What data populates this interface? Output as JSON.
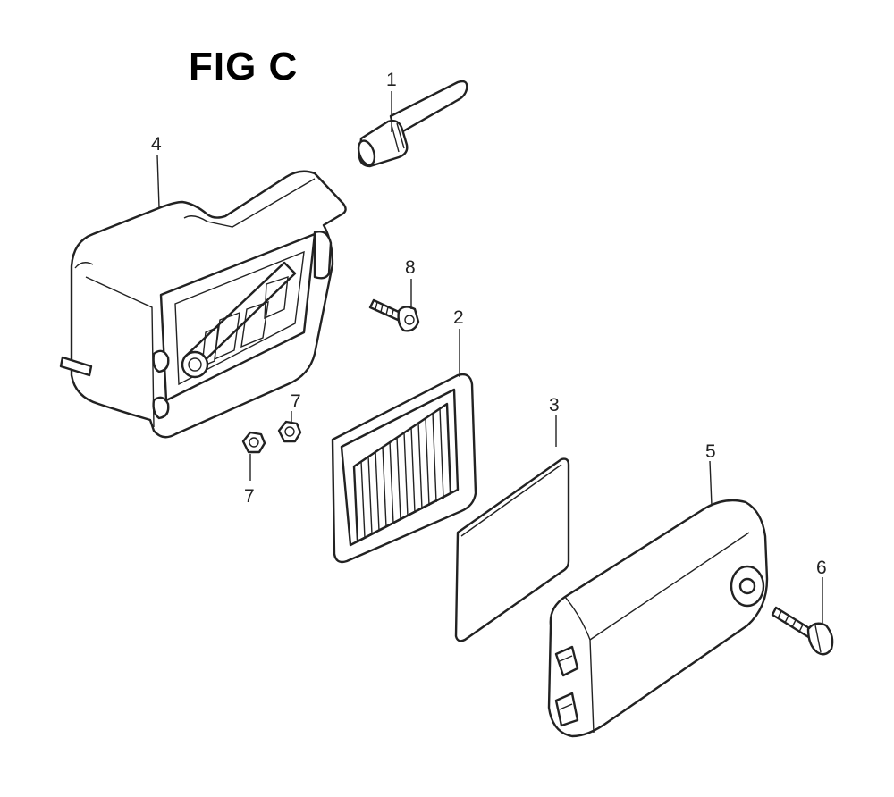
{
  "figure": {
    "title": "FIG C"
  },
  "callouts": [
    {
      "id": "c1",
      "label": "1"
    },
    {
      "id": "c2",
      "label": "2"
    },
    {
      "id": "c3",
      "label": "3"
    },
    {
      "id": "c4",
      "label": "4"
    },
    {
      "id": "c5",
      "label": "5"
    },
    {
      "id": "c6",
      "label": "6"
    },
    {
      "id": "c7a",
      "label": "7"
    },
    {
      "id": "c7b",
      "label": "7"
    },
    {
      "id": "c8",
      "label": "8"
    }
  ],
  "colors": {
    "line": "#222222",
    "background": "#ffffff",
    "screen": "#cfcfcf"
  }
}
